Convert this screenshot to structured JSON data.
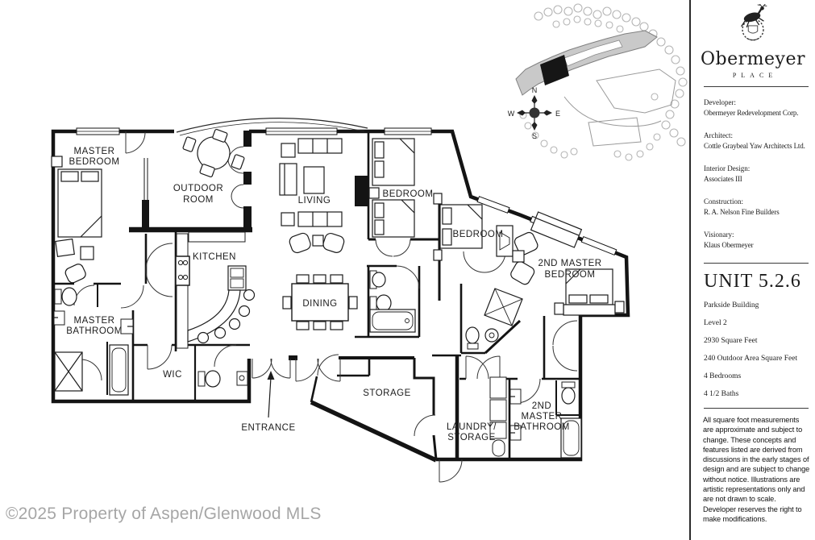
{
  "plan": {
    "labels": {
      "master_bedroom": [
        "MASTER",
        "BEDROOM"
      ],
      "outdoor_room": [
        "OUTDOOR",
        "ROOM"
      ],
      "living": "LIVING",
      "kitchen": "KITCHEN",
      "dining": "DINING",
      "bedroom_top": "BEDROOM",
      "bedroom_mid": "BEDROOM",
      "second_master_bedroom": [
        "2ND MASTER",
        "BEDROOM"
      ],
      "master_bathroom": [
        "MASTER",
        "BATHROOM"
      ],
      "wic": "WIC",
      "storage": "STORAGE",
      "entrance": "ENTRANCE",
      "laundry_storage": [
        "LAUNDRY/",
        "STORAGE"
      ],
      "second_master_bathroom": [
        "2ND",
        "MASTER",
        "BATHROOM"
      ]
    },
    "compass": {
      "n": "N",
      "s": "S",
      "e": "E",
      "w": "W"
    }
  },
  "sidebar": {
    "logo": {
      "name": "Obermeyer",
      "place": "PLACE",
      "emblem": "deer-emblem"
    },
    "credits": [
      {
        "label": "Developer:",
        "value": "Obermeyer Redevelopment Corp."
      },
      {
        "label": "Architect:",
        "value": "Cottle Graybeal Yaw Architects Ltd."
      },
      {
        "label": "Interior Design:",
        "value": "Associates III"
      },
      {
        "label": "Construction:",
        "value": "R. A. Nelson Fine Builders"
      },
      {
        "label": "Visionary:",
        "value": "Klaus Obermeyer"
      }
    ],
    "unit": {
      "title": "UNIT 5.2.6",
      "details": [
        "Parkside Building",
        "Level 2",
        "2930 Square Feet",
        "240 Outdoor Area Square Feet",
        "4 Bedrooms",
        "4 1/2 Baths"
      ]
    },
    "disclaimer": "All square foot measurements are approximate and subject to change. These concepts and features listed are derived from discussions in the early stages of design and are subject to change without notice. Illustrations are artistic representations only and are not drawn to scale. Developer reserves the right to make modifications."
  },
  "footer": {
    "copyright": "©2025 Property of Aspen/Glenwood MLS"
  },
  "colors": {
    "ink": "#1c1c1c",
    "site_gray": "#b5b5b5",
    "building_fill": "#c9c9c9",
    "muted": "#a6a6a6"
  }
}
